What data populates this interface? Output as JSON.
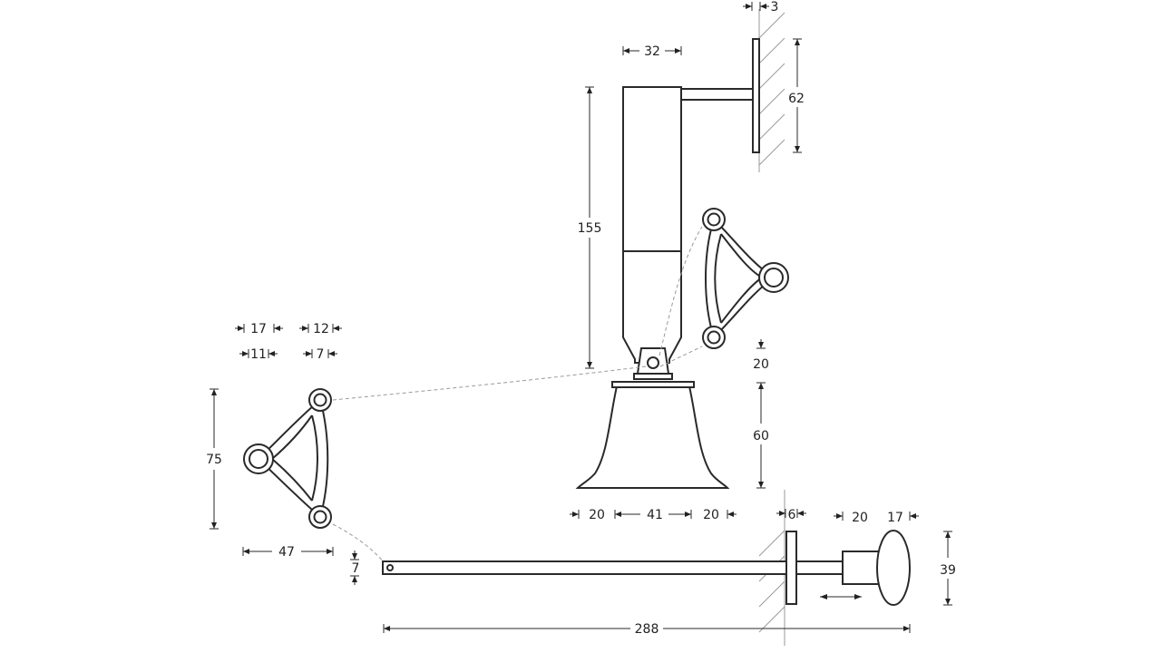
{
  "dimensions": {
    "wall_plate_thickness": "3",
    "bracket_arm_depth": "32",
    "wall_plate_height": "62",
    "tube_length": "155",
    "bell_gap": "20",
    "bell_height": "60",
    "bell_left": "20",
    "bell_center": "41",
    "bell_right": "20",
    "crank_width_a": "17",
    "crank_width_b": "12",
    "crank_hole_a": "11",
    "crank_hole_b": "7",
    "crank_height": "75",
    "crank_depth": "47",
    "pull_rod_thickness": "7",
    "wall_plate_thickness_lower": "6",
    "knob_neck": "20",
    "knob_depth": "17",
    "knob_diameter": "39",
    "pull_rod_length": "288"
  },
  "colors": {
    "line": "#2a2a2a",
    "dimension": "#222222",
    "hatch": "#9a9a9a",
    "background": "#ffffff"
  }
}
